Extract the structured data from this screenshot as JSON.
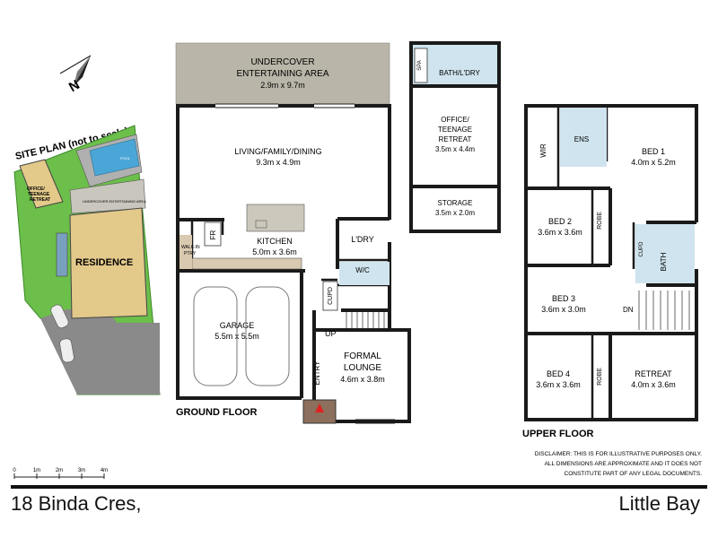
{
  "site_plan": {
    "title": "SITE PLAN (not to scale)",
    "office_label": [
      "OFFICE/",
      "TEENAGE",
      "RETREAT"
    ],
    "undercover_label": "UNDERCOVER ENTERTAINING AREA",
    "pool_label": "POOL",
    "residence_label": "RESIDENCE"
  },
  "north_label": "N",
  "ground_floor": {
    "heading": "GROUND FLOOR",
    "entertaining": {
      "name_1": "UNDERCOVER",
      "name_2": "ENTERTAINING AREA",
      "size": "2.9m x 9.7m"
    },
    "living": {
      "name": "LIVING/FAMILY/DINING",
      "size": "9.3m x 4.9m"
    },
    "kitchen": {
      "name": "KITCHEN",
      "size": "5.0m x 3.6m"
    },
    "fr": "FR",
    "pantry": [
      "WALK-IN",
      "PTRY"
    ],
    "laundry": "L'DRY",
    "wc": "W/C",
    "cupd": "CUPD",
    "up": "UP",
    "garage": {
      "name": "GARAGE",
      "size": "5.5m x 5.5m"
    },
    "entry": "ENTRY",
    "lounge": {
      "name_1": "FORMAL",
      "name_2": "LOUNGE",
      "size": "4.6m x 3.8m"
    }
  },
  "detached": {
    "spa": "SPA",
    "bath_ldry": "BATH/L'DRY",
    "office": {
      "name_1": "OFFICE/",
      "name_2": "TEENAGE",
      "name_3": "RETREAT",
      "size": "3.5m x 4.4m"
    },
    "storage": {
      "name": "STORAGE",
      "size": "3.5m x 2.0m"
    }
  },
  "upper_floor": {
    "heading": "UPPER FLOOR",
    "wir": "WIR",
    "ens": "ENS",
    "bed1": {
      "name": "BED 1",
      "size": "4.0m x 5.2m"
    },
    "bed2": {
      "name": "BED 2",
      "size": "3.6m x 3.6m"
    },
    "robe": "ROBE",
    "cupd": "CUPD",
    "bath": "BATH",
    "bed3": {
      "name": "BED 3",
      "size": "3.6m x 3.0m"
    },
    "dn": "DN",
    "bed4": {
      "name": "BED 4",
      "size": "3.6m x 3.6m"
    },
    "retreat": {
      "name": "RETREAT",
      "size": "4.0m x 3.6m"
    }
  },
  "scale_bar": {
    "labels": [
      "0",
      "1m",
      "2m",
      "3m",
      "4m"
    ]
  },
  "disclaimer": [
    "DISCLAIMER: THIS IS FOR ILLUSTRATIVE PURPOSES ONLY.",
    "ALL DIMENSIONS ARE APPROXIMATE AND IT DOES NOT",
    "CONSTITUTE PART OF ANY LEGAL DOCUMENTS."
  ],
  "address": {
    "street": "18 Binda Cres,",
    "suburb": "Little Bay"
  },
  "colors": {
    "wall": "#1a1a1a",
    "tile_floor": "#b9b5a8",
    "wet_area": "#cfe4ee",
    "lawn": "#6cbf4a",
    "residence": "#e3c98a",
    "pool": "#4aa6d6",
    "paving": "#8a8a8a",
    "entry_mat": "#8c6f5c",
    "timber": "#d9c9b0"
  }
}
